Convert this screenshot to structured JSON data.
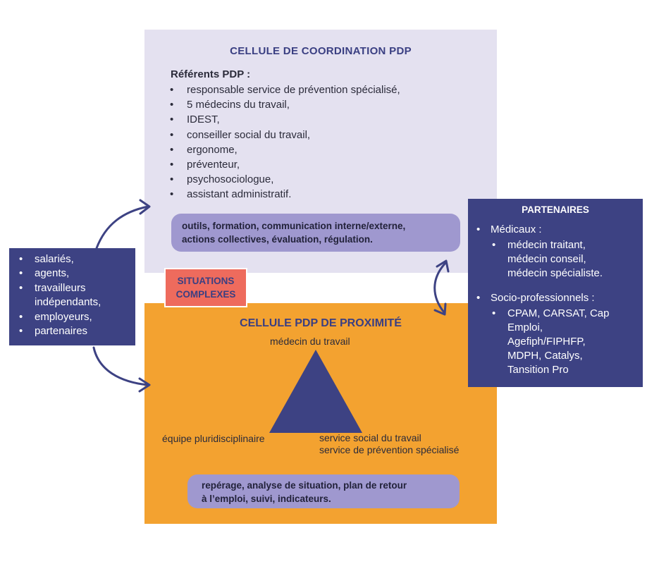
{
  "coordination": {
    "title": "CELLULE DE COORDINATION PDP",
    "referents_label": "Référents PDP :",
    "referents": [
      "responsable service de prévention spécialisé,",
      "5 médecins du travail,",
      "IDEST,",
      "conseiller social du travail,",
      "ergonome,",
      "préventeur,",
      "psychosociologue,",
      "assistant administratif."
    ],
    "pill_lines": [
      "outils, formation, communication interne/externe,",
      "actions collectives, évaluation, régulation."
    ]
  },
  "situations": {
    "line1": "SITUATIONS",
    "line2": "COMPLEXES"
  },
  "proximite": {
    "title": "CELLULE PDP DE PROXIMITÉ",
    "triangle_top": "médecin du travail",
    "triangle_left": "équipe pluridisciplinaire",
    "triangle_right_1": "service social du travail",
    "triangle_right_2": "service de prévention spécialisé",
    "pill_lines": [
      "repérage, analyse de situation, plan de retour",
      "à l’emploi, suivi, indicateurs."
    ]
  },
  "left_box": {
    "items": [
      "salariés,",
      "agents,",
      "travailleurs",
      "indépendants,",
      "employeurs,",
      "partenaires"
    ]
  },
  "partenaires": {
    "title": "PARTENAIRES",
    "medicaux_label": "Médicaux :",
    "medicaux": [
      "médecin traitant,",
      "médecin conseil,",
      "médecin spécialiste."
    ],
    "socio_label": "Socio-professionnels :",
    "socio_lines": [
      "CPAM, CARSAT, Cap",
      "Emploi,",
      "Agefiph/FIPHFP,",
      "MDPH, Catalys,",
      "Tansition Pro"
    ]
  },
  "colors": {
    "navy": "#3d4283",
    "lavender_bg": "#e4e1f0",
    "pill_purple": "#9f98cf",
    "orange": "#f3a230",
    "coral": "#ee6b5d",
    "triangle": "#3d4283"
  }
}
